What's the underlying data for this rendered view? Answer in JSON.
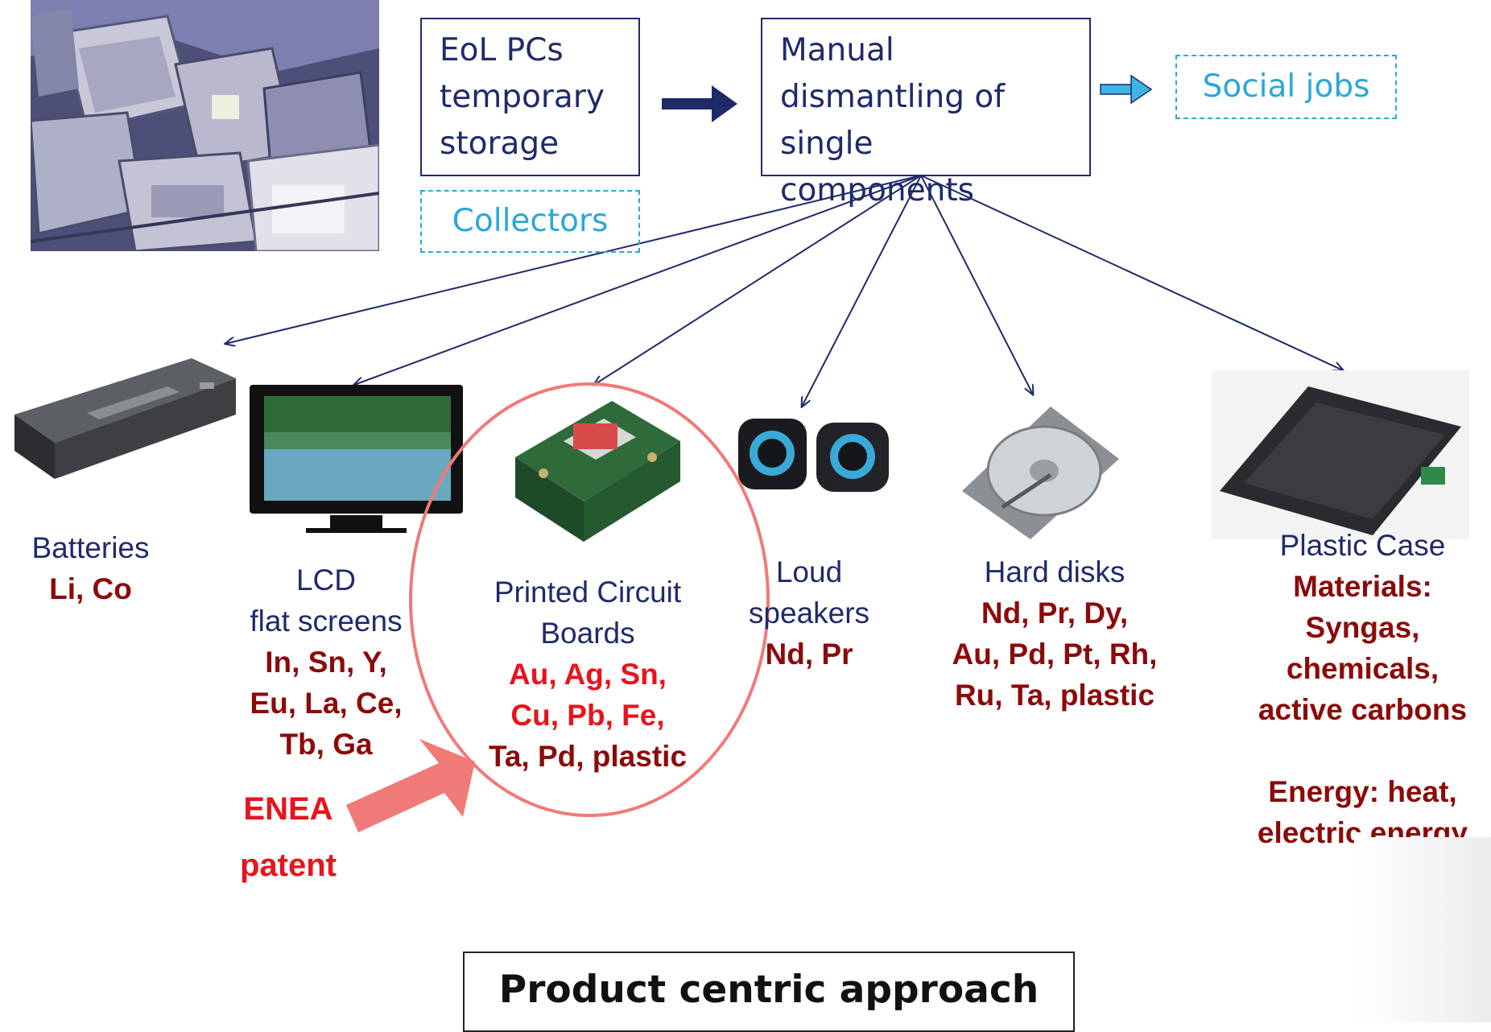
{
  "colors": {
    "navy": "#1f2a6b",
    "dark_red": "#8b0a0a",
    "bright_red": "#e8141c",
    "cyan": "#2aa8d8",
    "highlight_pink": "#f07a78"
  },
  "storage_box": {
    "lines": [
      "EoL PCs",
      "temporary",
      "storage"
    ]
  },
  "collectors_box": {
    "label": "Collectors"
  },
  "dismantling_box": {
    "lines": [
      "Manual",
      "dismantling of",
      "single components"
    ]
  },
  "social_box": {
    "label": "Social jobs"
  },
  "components": [
    {
      "name_lines": [
        "Batteries"
      ],
      "material_lines": [
        "Li, Co"
      ]
    },
    {
      "name_lines": [
        "LCD",
        "flat screens"
      ],
      "material_lines": [
        "In, Sn, Y,",
        "Eu, La, Ce,",
        "Tb, Ga"
      ]
    },
    {
      "name_lines": [
        "Printed Circuit",
        "Boards"
      ],
      "material_lines": [
        "Au, Ag, Sn,",
        "Cu, Pb, Fe,",
        "Ta, Pd, plastic"
      ]
    },
    {
      "name_lines": [
        "Loud",
        "speakers"
      ],
      "material_lines": [
        "Nd, Pr"
      ]
    },
    {
      "name_lines": [
        "Hard disks"
      ],
      "material_lines": [
        "Nd, Pr, Dy,",
        "Au, Pd, Pt, Rh,",
        "Ru, Ta, plastic"
      ]
    },
    {
      "name_lines": [
        "Plastic Case"
      ],
      "material_lines": [
        "Materials:",
        "Syngas,",
        "chemicals,",
        "active carbons",
        "",
        "Energy: heat,",
        "electric energy"
      ]
    }
  ],
  "enea_label": {
    "lines": [
      "ENEA",
      "patent"
    ]
  },
  "approach_label": "Product centric approach",
  "icons": [
    "pc-pile-photo",
    "battery-photo",
    "lcd-photo",
    "pcb-photo",
    "speakers-photo",
    "hard-disk-photo",
    "plastic-case-photo"
  ]
}
